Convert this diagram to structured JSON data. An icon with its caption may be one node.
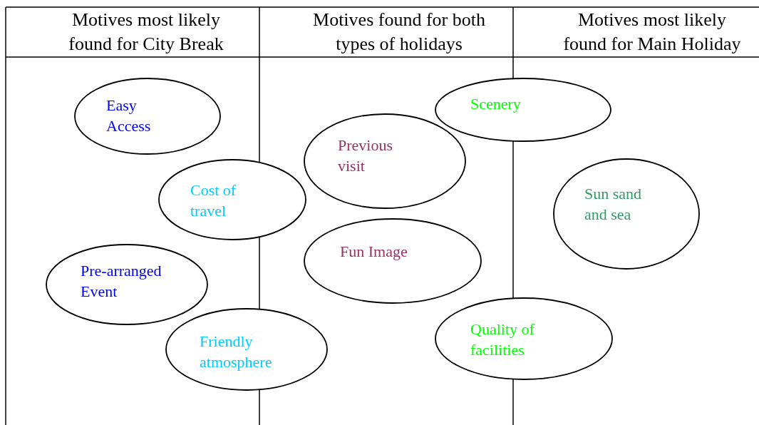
{
  "diagram": {
    "nodes": [
      {
        "text": [
          "Easy Access"
        ]
      },
      {
        "text": [
          "Cost of travel"
        ]
      },
      {
        "text": [
          "Pre-arranged Event"
        ]
      },
      {
        "text": [
          "Friendly atmosphere"
        ]
      },
      {
        "text": [
          "Previous visit"
        ]
      },
      {
        "text": [
          "Fun Image"
        ]
      },
      {
        "text": [
          "Scenery"
        ]
      },
      {
        "text": [
          "Sun sand and sea"
        ]
      },
      {
        "text": [
          "Quality of facilities"
        ]
      }
    ],
    "labels": [
      "Motives most likely found for City Break",
      "Motives found for both types of holidays",
      "Motives most likely found for Main Holiday"
    ]
  }
}
